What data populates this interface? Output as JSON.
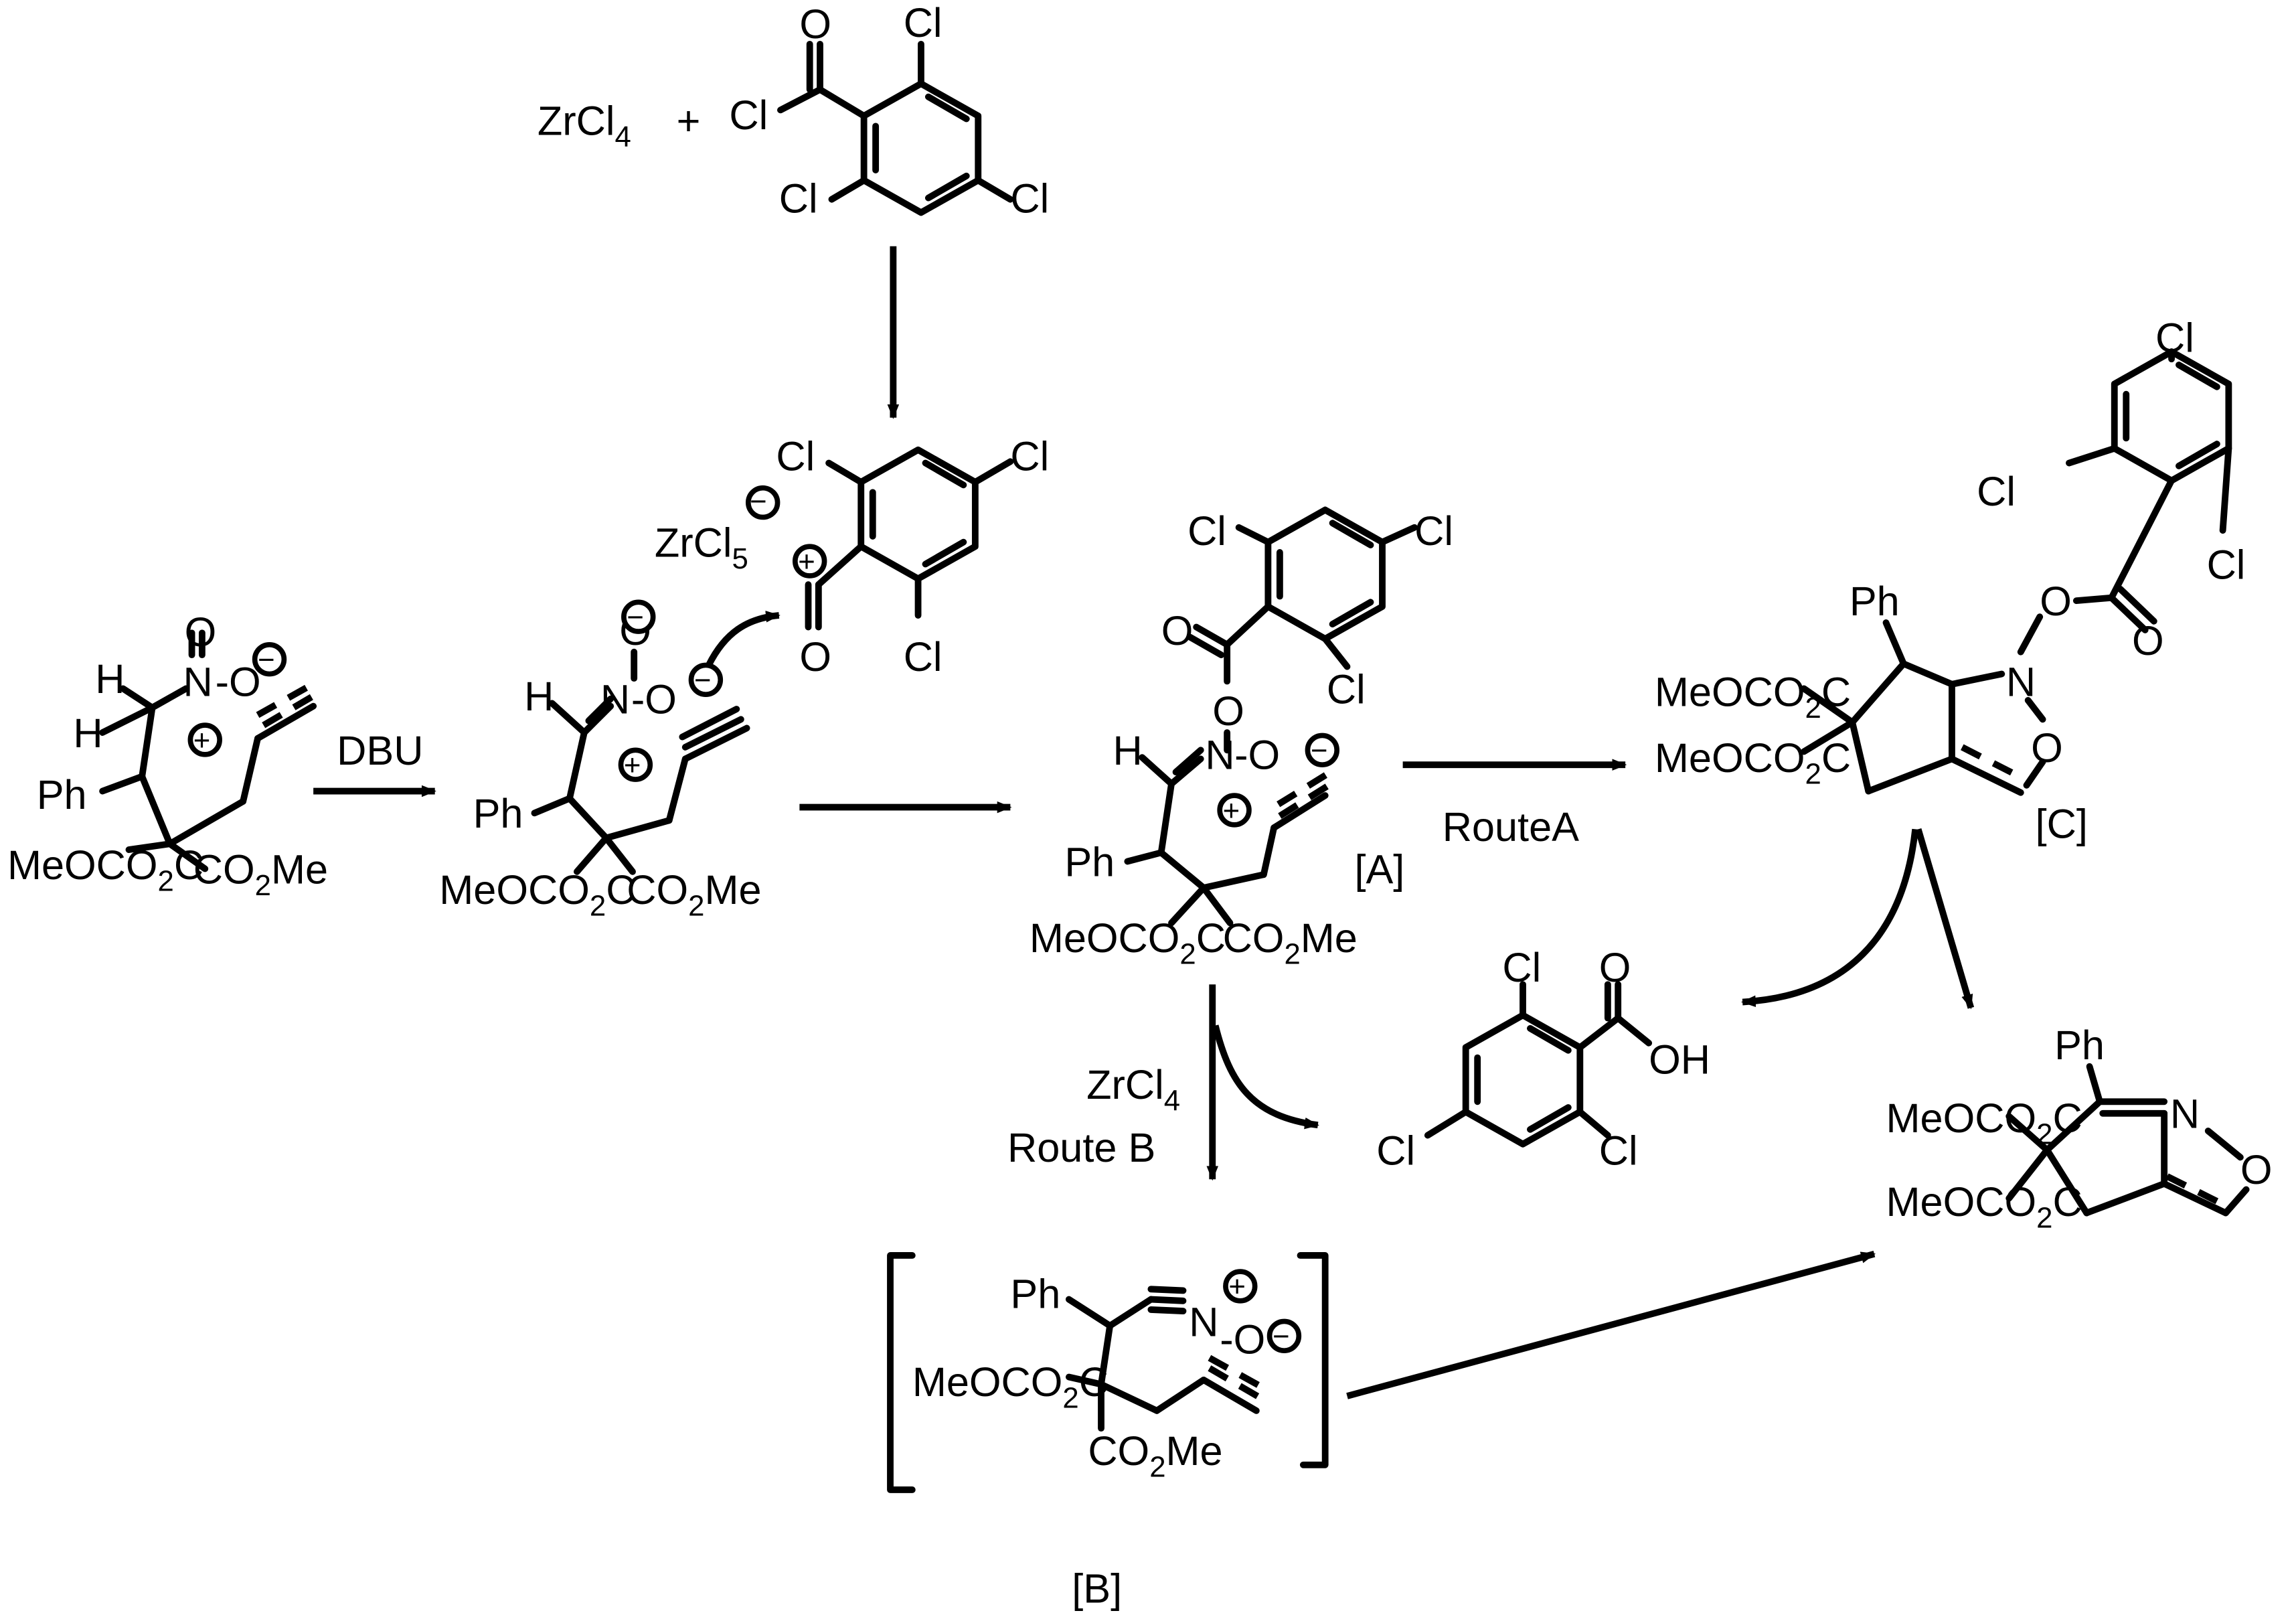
{
  "reagents": {
    "zrcl4": "ZrCl",
    "zrcl4_sub": "4",
    "plus": "+",
    "acyl_cl": "Cl",
    "acyl_o": "O",
    "cl": "Cl",
    "zrcl5": "ZrCl",
    "zrcl5_sub": "5",
    "dbu": "DBU"
  },
  "groups": {
    "h": "H",
    "n": "N",
    "o": "O",
    "ph": "Ph",
    "oh": "OH",
    "ome_pre": "MeO",
    "co2_c": "C",
    "co2_o": "CO",
    "two": "2",
    "me": "Me",
    "dash": "-"
  },
  "labels": {
    "A": "[A]",
    "B": "[B]",
    "C": "[C]",
    "route_a": "RouteA",
    "route_b": "Route B",
    "zrcl4_b": "ZrCl",
    "zrcl4_b_sub": "4"
  },
  "charges": {
    "plus": "+",
    "minus": "−"
  }
}
